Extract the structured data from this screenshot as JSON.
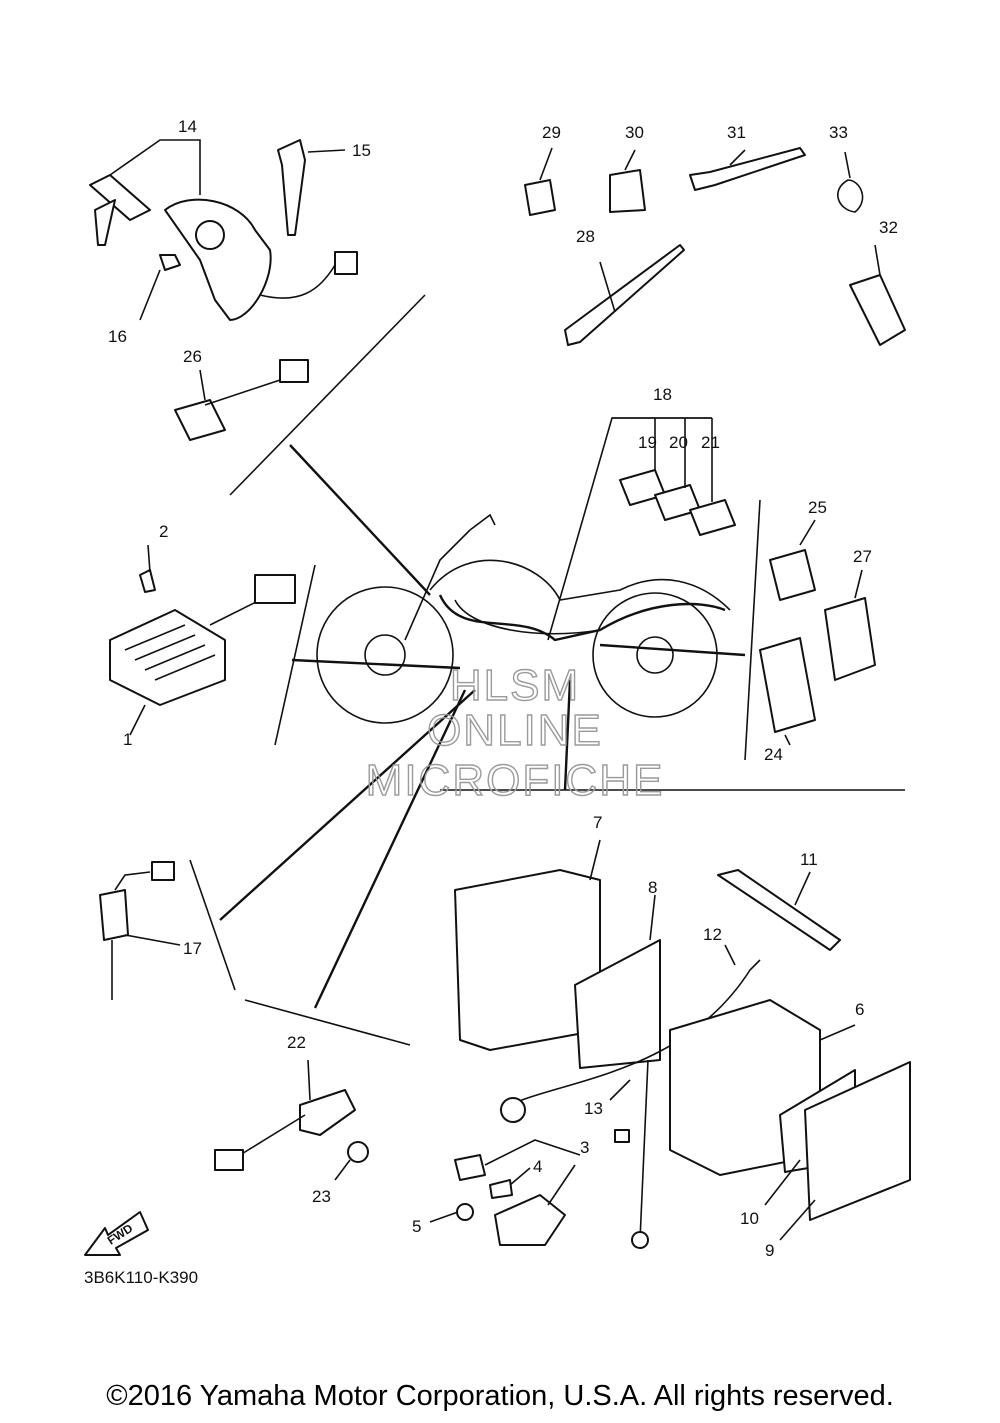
{
  "callouts": [
    {
      "n": "1"
    },
    {
      "n": "2"
    },
    {
      "n": "3"
    },
    {
      "n": "4"
    },
    {
      "n": "5"
    },
    {
      "n": "6"
    },
    {
      "n": "7"
    },
    {
      "n": "8"
    },
    {
      "n": "9"
    },
    {
      "n": "10"
    },
    {
      "n": "11"
    },
    {
      "n": "12"
    },
    {
      "n": "13"
    },
    {
      "n": "14"
    },
    {
      "n": "15"
    },
    {
      "n": "16"
    },
    {
      "n": "17"
    },
    {
      "n": "18"
    },
    {
      "n": "19"
    },
    {
      "n": "20"
    },
    {
      "n": "21"
    },
    {
      "n": "22"
    },
    {
      "n": "23"
    },
    {
      "n": "24"
    },
    {
      "n": "25"
    },
    {
      "n": "26"
    },
    {
      "n": "27"
    },
    {
      "n": "28"
    },
    {
      "n": "29"
    },
    {
      "n": "30"
    },
    {
      "n": "31"
    },
    {
      "n": "32"
    },
    {
      "n": "33"
    }
  ],
  "fwd_label": "FWD",
  "watermark": {
    "line1": "HLSM",
    "line2": "ONLINE",
    "line3": "MICROFICHE"
  },
  "diagram_code": "3B6K110-K390",
  "copyright": "©2016 Yamaha Motor Corporation, U.S.A. All rights reserved."
}
